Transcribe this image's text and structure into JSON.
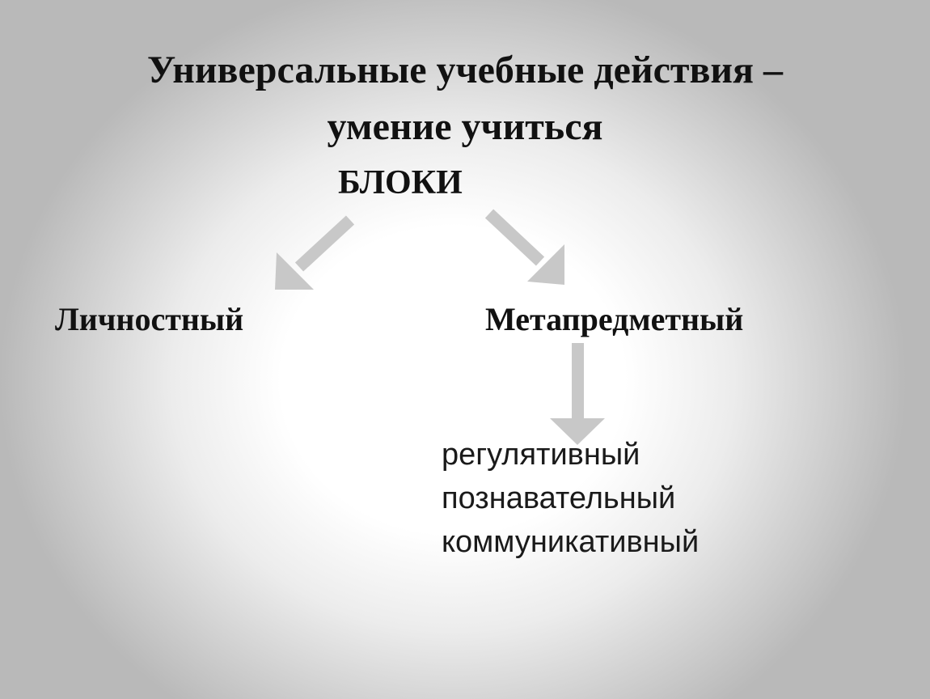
{
  "slide": {
    "title_line1": "Универсальные учебные действия –",
    "title_line2": "умение учиться",
    "subtitle": "БЛОКИ"
  },
  "blocks": {
    "left": "Личностный",
    "right": "Метапредметный"
  },
  "sub_blocks": [
    "регулятивный",
    "познавательный",
    "коммуникативный"
  ],
  "colors": {
    "arrow": "#c8c8c8",
    "text": "#111111"
  }
}
